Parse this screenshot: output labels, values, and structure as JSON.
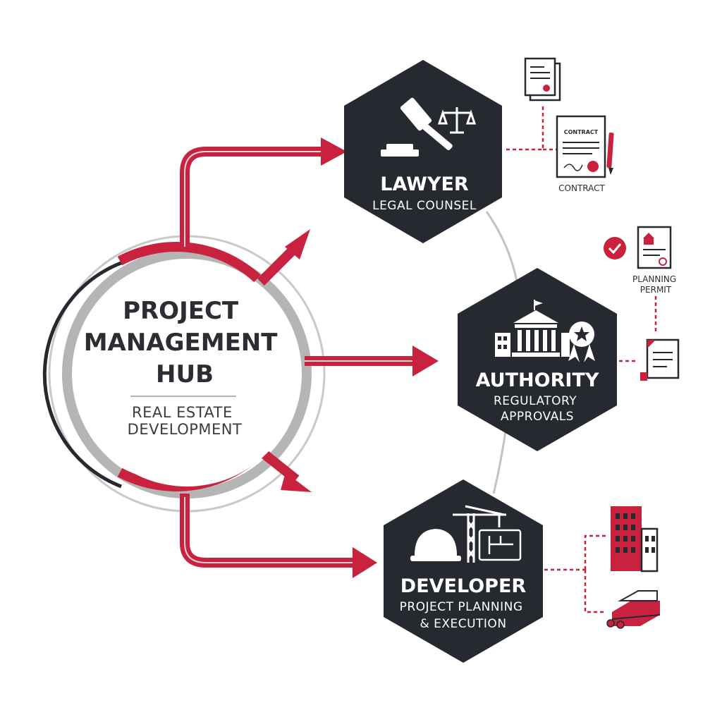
{
  "hub": {
    "title_lines": [
      "PROJECT",
      "MANAGEMENT",
      "HUB"
    ],
    "subtitle_lines": [
      "REAL ESTATE",
      "DEVELOPMENT"
    ]
  },
  "nodes": [
    {
      "id": "lawyer",
      "title": "LAWYER",
      "subtitle_lines": [
        "LEGAL COUNSEL"
      ],
      "icons": [
        "gavel-icon",
        "scales-icon"
      ]
    },
    {
      "id": "authority",
      "title": "AUTHORITY",
      "subtitle_lines": [
        "REGULATORY",
        "APPROVALS"
      ],
      "icons": [
        "government-building-icon",
        "award-badge-icon"
      ]
    },
    {
      "id": "developer",
      "title": "DEVELOPER",
      "subtitle_lines": [
        "PROJECT PLANNING",
        "& EXECUTION"
      ],
      "icons": [
        "hard-hat-icon",
        "crane-icon",
        "blueprint-icon"
      ]
    }
  ],
  "documents": {
    "contract_label": "CONTRACT",
    "contract_doc_heading": "CONTRACT",
    "permit_label_lines": [
      "PLANNING",
      "PERMIT"
    ]
  },
  "colors": {
    "accent_red": "#c8223f",
    "dark": "#26292f",
    "ring_gray": "#b8b8b8",
    "text_dark": "#2b2d33"
  }
}
